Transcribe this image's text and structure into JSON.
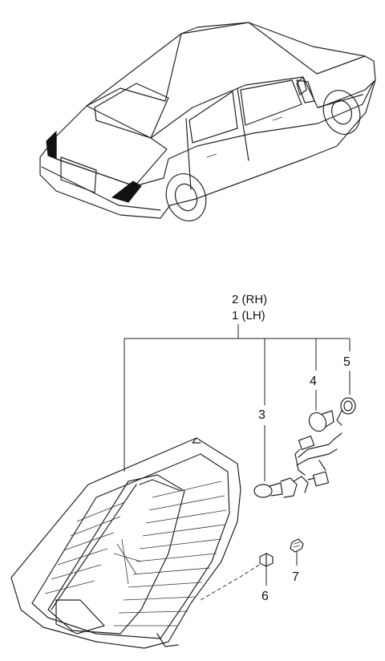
{
  "diagram": {
    "callouts": [
      {
        "id": "callout-2",
        "text": "2 (RH)"
      },
      {
        "id": "callout-1",
        "text": "1 (LH)"
      },
      {
        "id": "callout-3",
        "text": "3"
      },
      {
        "id": "callout-4",
        "text": "4"
      },
      {
        "id": "callout-5",
        "text": "5"
      },
      {
        "id": "callout-6",
        "text": "6"
      },
      {
        "id": "callout-7",
        "text": "7"
      }
    ]
  }
}
